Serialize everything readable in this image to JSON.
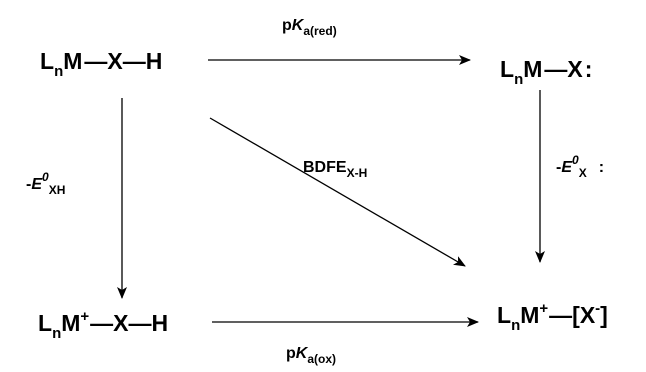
{
  "species": {
    "top_left": {
      "prefix": "L",
      "sub": "n",
      "metal": "M",
      "bond1": "—",
      "atom": "X",
      "bond2": "—",
      "h": "H"
    },
    "top_right": {
      "prefix": "L",
      "sub": "n",
      "metal": "M",
      "bond1": "—",
      "atom": "X",
      "lone_pair": ":"
    },
    "bottom_left": {
      "prefix": "L",
      "sub": "n",
      "metal": "M",
      "charge": "+",
      "bond1": "—",
      "atom": "X",
      "bond2": "—",
      "h": "H"
    },
    "bottom_right": {
      "prefix": "L",
      "sub": "n",
      "metal": "M",
      "charge": "+",
      "bond1": "—",
      "bracket_open": "[X",
      "anion_charge": "-",
      "bracket_close": "]"
    }
  },
  "labels": {
    "pka_red": {
      "p": "p",
      "k": "K",
      "sub": "a(red)"
    },
    "pka_ox": {
      "p": "p",
      "k": "K",
      "sub": "a(ox)"
    },
    "e_xh": {
      "minus": "-",
      "e": "E",
      "sup": "0",
      "sub": "XH"
    },
    "e_x": {
      "minus": "-",
      "e": "E",
      "sup": "0",
      "sub": "X",
      "lone_pair": ":"
    },
    "bdfe": {
      "main": "BDFE",
      "sub": "X-H"
    }
  },
  "colors": {
    "ink": "#000000",
    "background": "#ffffff"
  }
}
